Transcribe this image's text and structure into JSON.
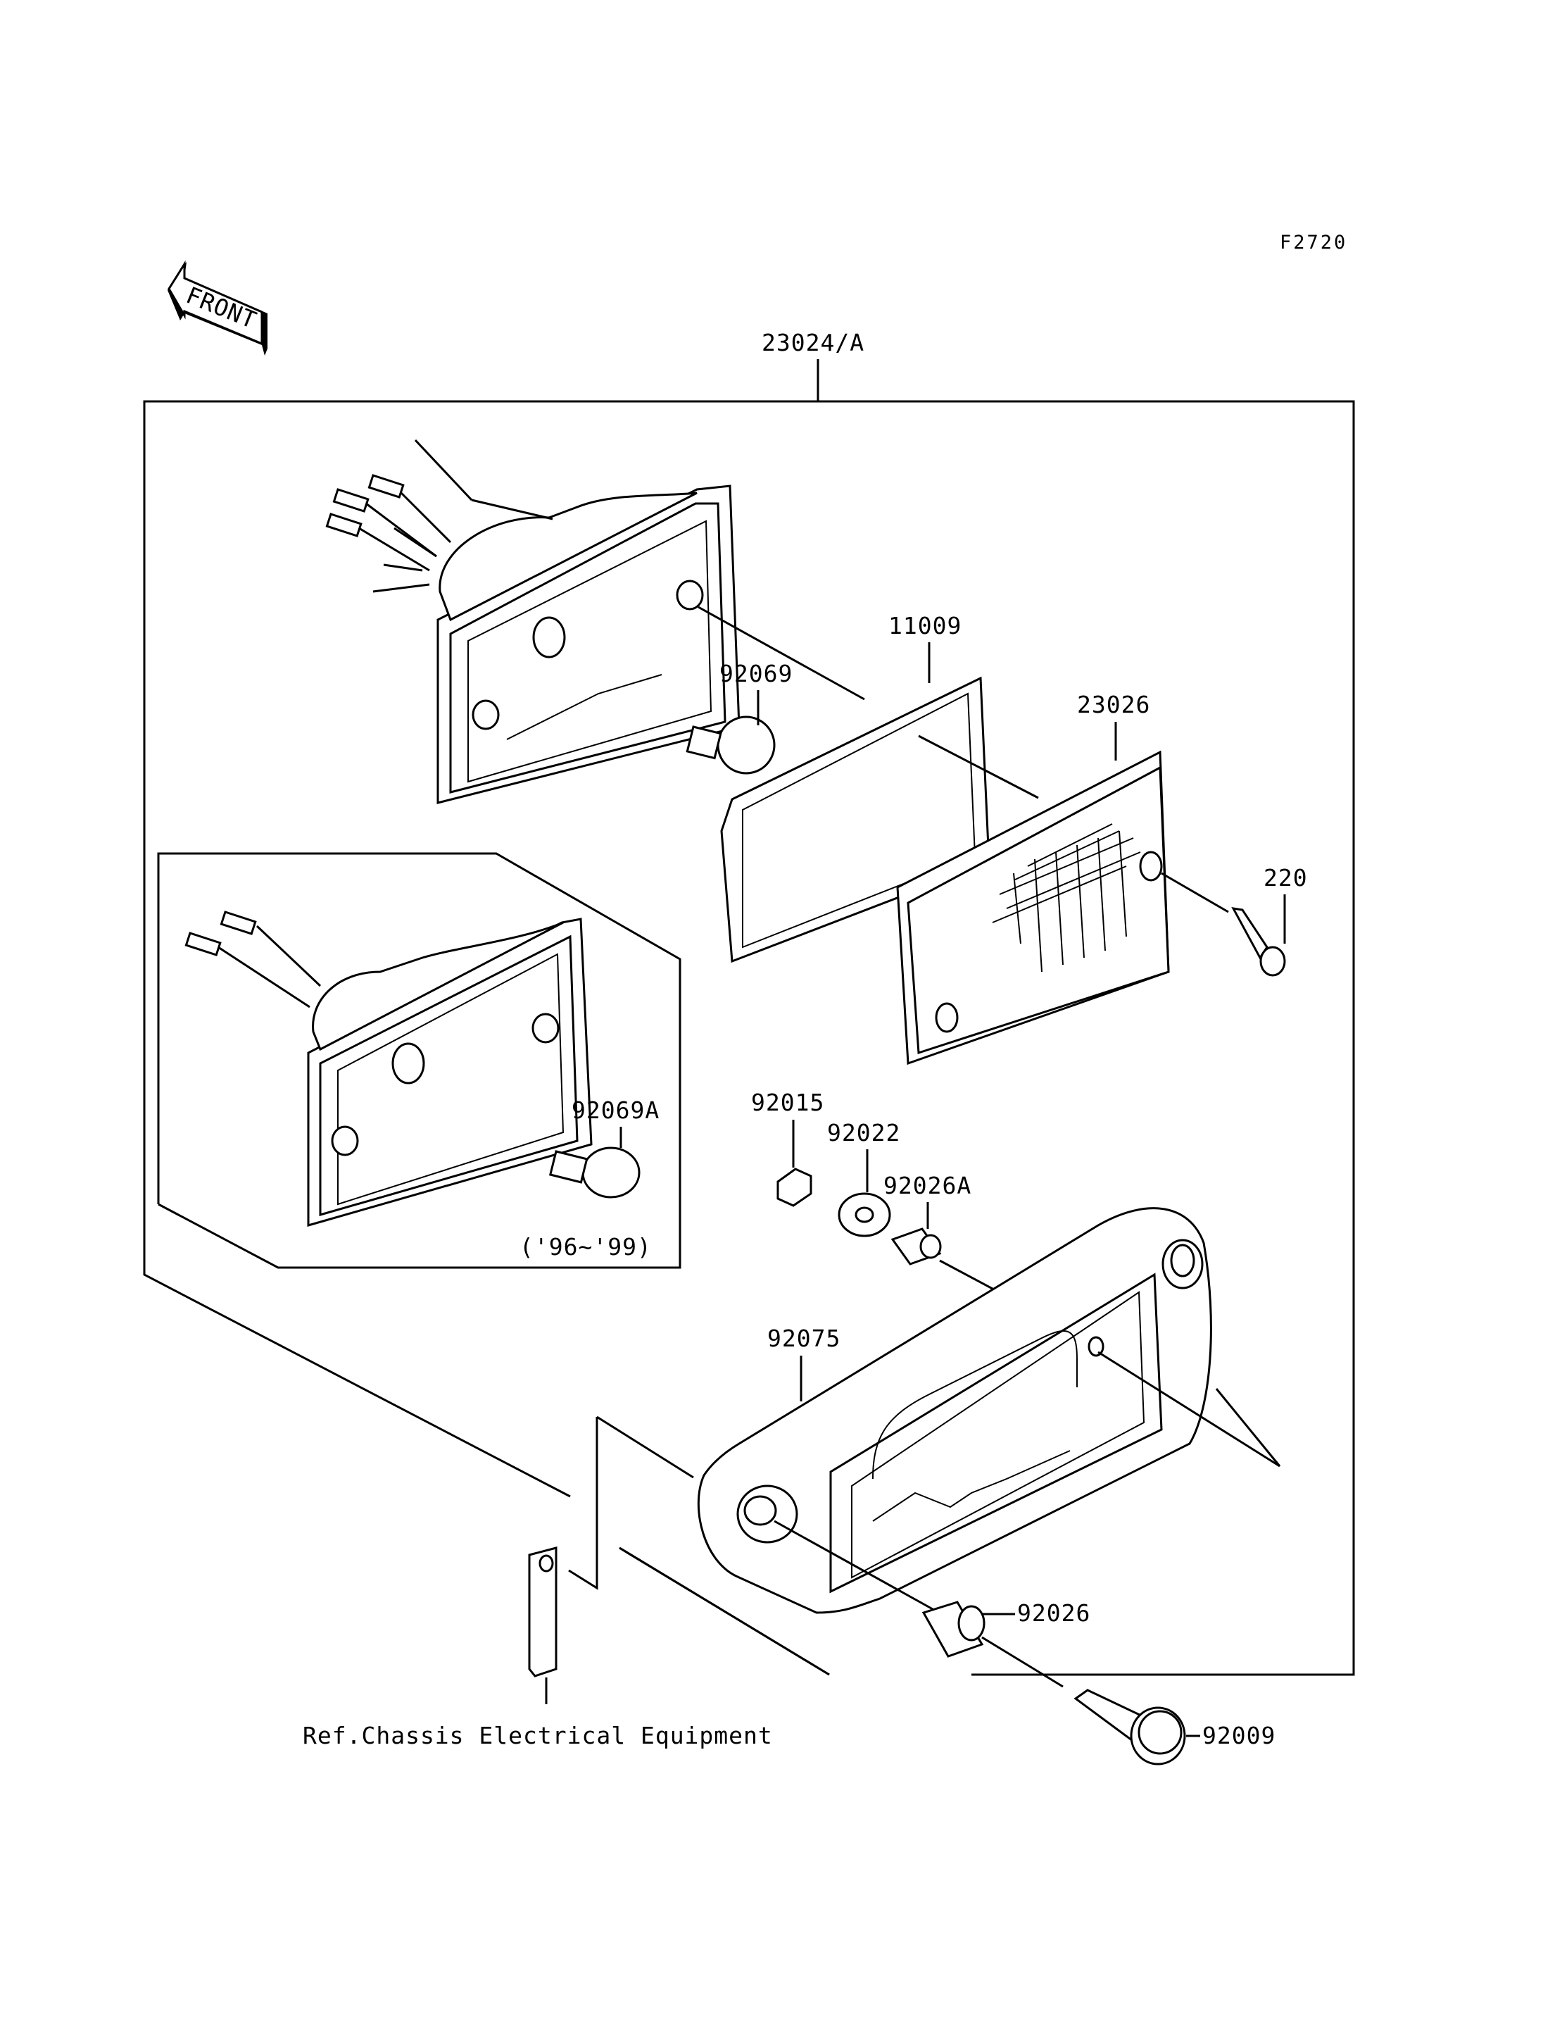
{
  "diagram": {
    "figure_code": "F2720",
    "front_arrow": "FRONT",
    "assembly_label": "23024/A",
    "variant_note": "('96~'99)",
    "reference_note": "Ref.Chassis Electrical Equipment",
    "parts": [
      {
        "id": "11009"
      },
      {
        "id": "92069"
      },
      {
        "id": "23026"
      },
      {
        "id": "220"
      },
      {
        "id": "92069A"
      },
      {
        "id": "92015"
      },
      {
        "id": "92022"
      },
      {
        "id": "92026A"
      },
      {
        "id": "92075"
      },
      {
        "id": "92026"
      },
      {
        "id": "92009"
      }
    ]
  }
}
